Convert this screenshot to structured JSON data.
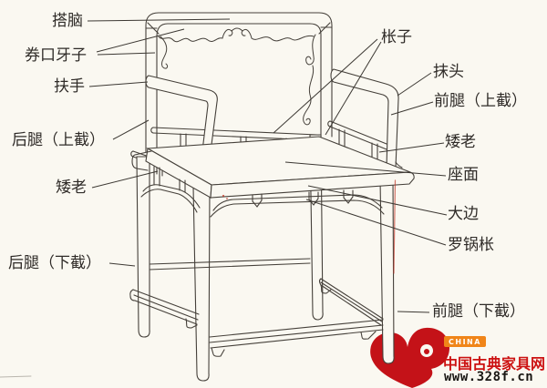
{
  "page": {
    "background_color": "#FAF8F1",
    "ink_color": "#45403A",
    "subject": "chinese-classical-chair-parts-diagram"
  },
  "labels": {
    "danao": "搭脑",
    "quankou_yazi": "券口牙子",
    "fushou": "扶手",
    "houtui_shangjie": "后腿（上截）",
    "ailao_left": "矮老",
    "houtui_xiajie": "后腿（下截）",
    "chengzi": "枨子",
    "motou": "抹头",
    "qiantui_shangjie": "前腿（上截）",
    "ailao_right": "矮老",
    "zuomian": "座面",
    "dabian": "大边",
    "luoguocheng": "罗锅枨",
    "qiantui_xiajie": "前腿（下截）"
  },
  "watermark": {
    "badge_text": "CHINA",
    "site_name": "中国古典家具网",
    "url": "www.328f.cn",
    "badge_color": "#F08519",
    "site_color": "#CC1212",
    "url_color": "#1A1714",
    "logo_color": "#C41218",
    "logo_icon": "ruyi-cloud-logo"
  }
}
